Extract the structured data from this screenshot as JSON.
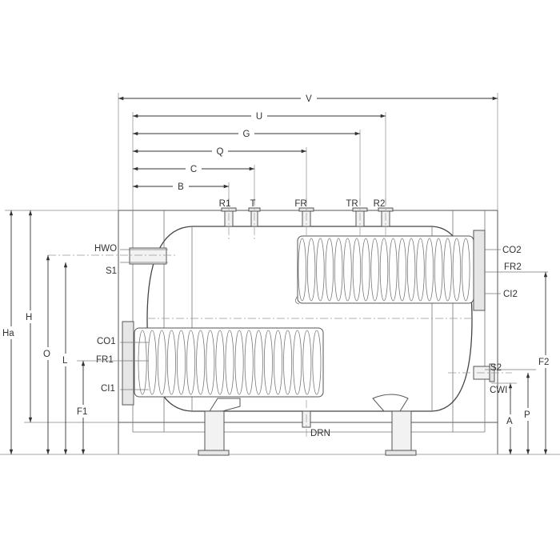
{
  "diagram": {
    "colors": {
      "line": "#555555",
      "text": "#333333",
      "dimension": "#333333",
      "background": "#ffffff"
    },
    "top_dimensions": [
      "V",
      "U",
      "G",
      "Q",
      "C",
      "B"
    ],
    "top_connections": [
      "R1",
      "T",
      "FR",
      "TR",
      "R2"
    ],
    "left_ports": [
      "HWO",
      "S1",
      "CO1",
      "FR1",
      "CI1"
    ],
    "right_ports": [
      "CO2",
      "FR2",
      "CI2",
      "S2",
      "CWI"
    ],
    "bottom_port": "DRN",
    "left_dimensions": [
      "Ha",
      "H",
      "O",
      "L",
      "F1"
    ],
    "right_dimensions": [
      "F2",
      "P",
      "A"
    ]
  }
}
